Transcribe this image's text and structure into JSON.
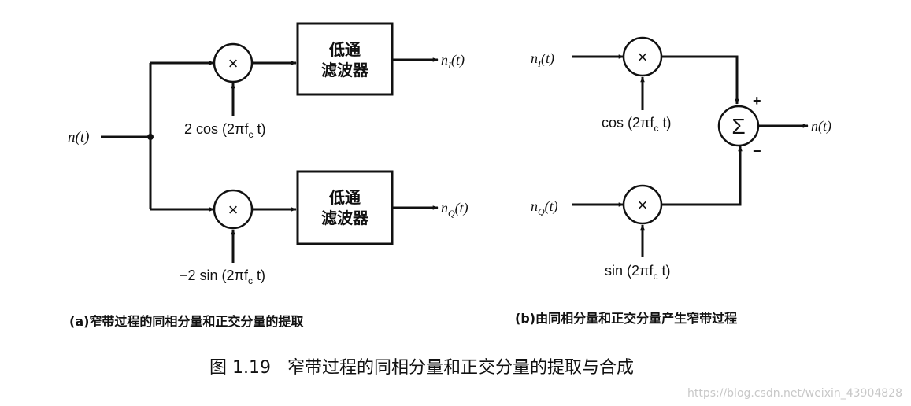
{
  "panel_a": {
    "input_label": "n(t)",
    "multiplier_symbol": "×",
    "upper_carrier": "2 cos (2πf",
    "upper_carrier_sub": "c",
    "upper_carrier_end": " t)",
    "lower_carrier": "−2 sin (2πf",
    "lower_carrier_sub": "c",
    "lower_carrier_end": " t)",
    "filter_line1": "低通",
    "filter_line2": "滤波器",
    "out_i": "n",
    "out_i_sub": "I",
    "out_i_end": "(t)",
    "out_q": "n",
    "out_q_sub": "Q",
    "out_q_end": "(t)",
    "caption": "(a)窄带过程的同相分量和正交分量的提取"
  },
  "panel_b": {
    "in_i": "n",
    "in_i_sub": "I",
    "in_i_end": "(t)",
    "in_q": "n",
    "in_q_sub": "Q",
    "in_q_end": "(t)",
    "cos_label": "cos (2πf",
    "cos_sub": "c",
    "cos_end": " t)",
    "sin_label": "sin (2πf",
    "sin_sub": "c",
    "sin_end": " t)",
    "sum_symbol": "Σ",
    "plus": "+",
    "minus": "−",
    "output_label": "n(t)",
    "caption": "(b)由同相分量和正交分量产生窄带过程"
  },
  "figure_caption": "图 1.19   窄带过程的同相分量和正交分量的提取与合成",
  "watermark": "https://blog.csdn.net/weixin_43904828"
}
